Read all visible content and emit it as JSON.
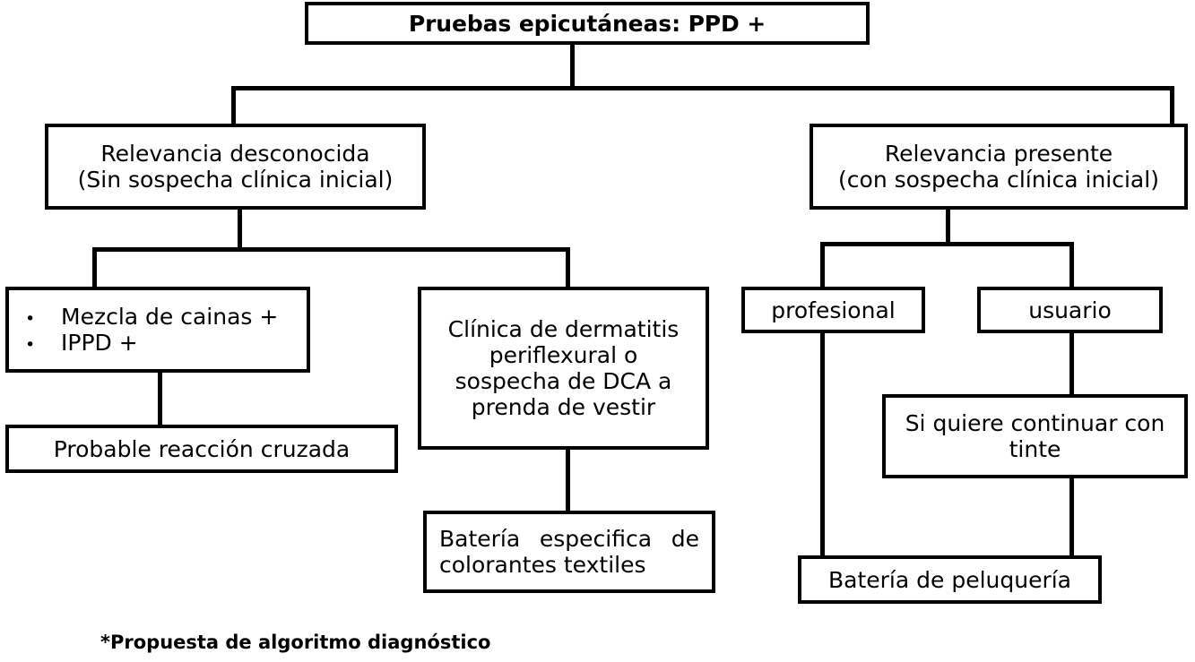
{
  "diagram": {
    "title_node": {
      "text": "Pruebas epicutáneas: PPD +"
    },
    "branches": {
      "left": {
        "line1": "Relevancia desconocida",
        "line2": "(Sin sospecha clínica inicial)"
      },
      "right": {
        "line1": "Relevancia presente",
        "line2": "(con sospecha clínica inicial)"
      }
    },
    "left_branch_children": {
      "bullets_node": {
        "bullet_glyph": "•",
        "items": [
          "Mezcla de cainas +",
          "IPPD +"
        ]
      },
      "cross_reaction_node": {
        "text": "Probable reacción cruzada"
      },
      "clinic_node": {
        "line1": "Clínica de dermatitis",
        "line2": "periflexural o",
        "line3": "sospecha de DCA a",
        "line4": "prenda de vestir"
      },
      "textile_battery_node": {
        "line1": "Batería especifica de",
        "line2": "colorantes textiles"
      }
    },
    "right_branch_children": {
      "professional_node": {
        "text": "profesional"
      },
      "user_node": {
        "text": "usuario"
      },
      "continue_dye_node": {
        "line1": "Si quiere continuar con",
        "line2": "tinte"
      },
      "hairdressing_battery_node": {
        "text": "Batería de peluquería"
      }
    },
    "caption": {
      "text": "*Propuesta de algoritmo diagnóstico"
    },
    "colors": {
      "border": "#000000",
      "background": "#ffffff",
      "text": "#000000"
    }
  }
}
